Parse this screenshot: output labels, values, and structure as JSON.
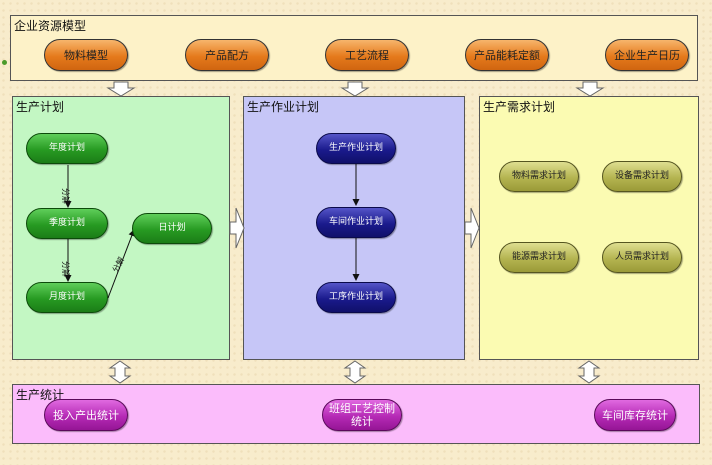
{
  "top": {
    "title": "企业资源模型",
    "items": [
      "物料模型",
      "产品配方",
      "工艺流程",
      "产品能耗定额",
      "企业生产日历"
    ]
  },
  "production_plan": {
    "title": "生产计划",
    "nodes": {
      "year": "年度计划",
      "quarter": "季度计划",
      "month": "月度计划",
      "day": "日计划"
    },
    "edge_labels": {
      "year_quarter": "分解",
      "quarter_month": "分解",
      "month_day": "分解"
    }
  },
  "operation_plan": {
    "title": "生产作业计划",
    "nodes": [
      "生产作业计划",
      "车间作业计划",
      "工序作业计划"
    ]
  },
  "demand_plan": {
    "title": "生产需求计划",
    "nodes": [
      "物料需求计划",
      "设备需求计划",
      "能源需求计划",
      "人员需求计划"
    ]
  },
  "statistics": {
    "title": "生产统计",
    "nodes": [
      "投入产出统计",
      "班组工艺控制统计",
      "车间库存统计"
    ]
  },
  "colors": {
    "top_panel": "#fdf2c8",
    "plan_panel": "#c3f7c3",
    "operation_panel": "#c6c6f7",
    "demand_panel": "#fbfbb2",
    "stat_panel": "#fbbcfb"
  }
}
